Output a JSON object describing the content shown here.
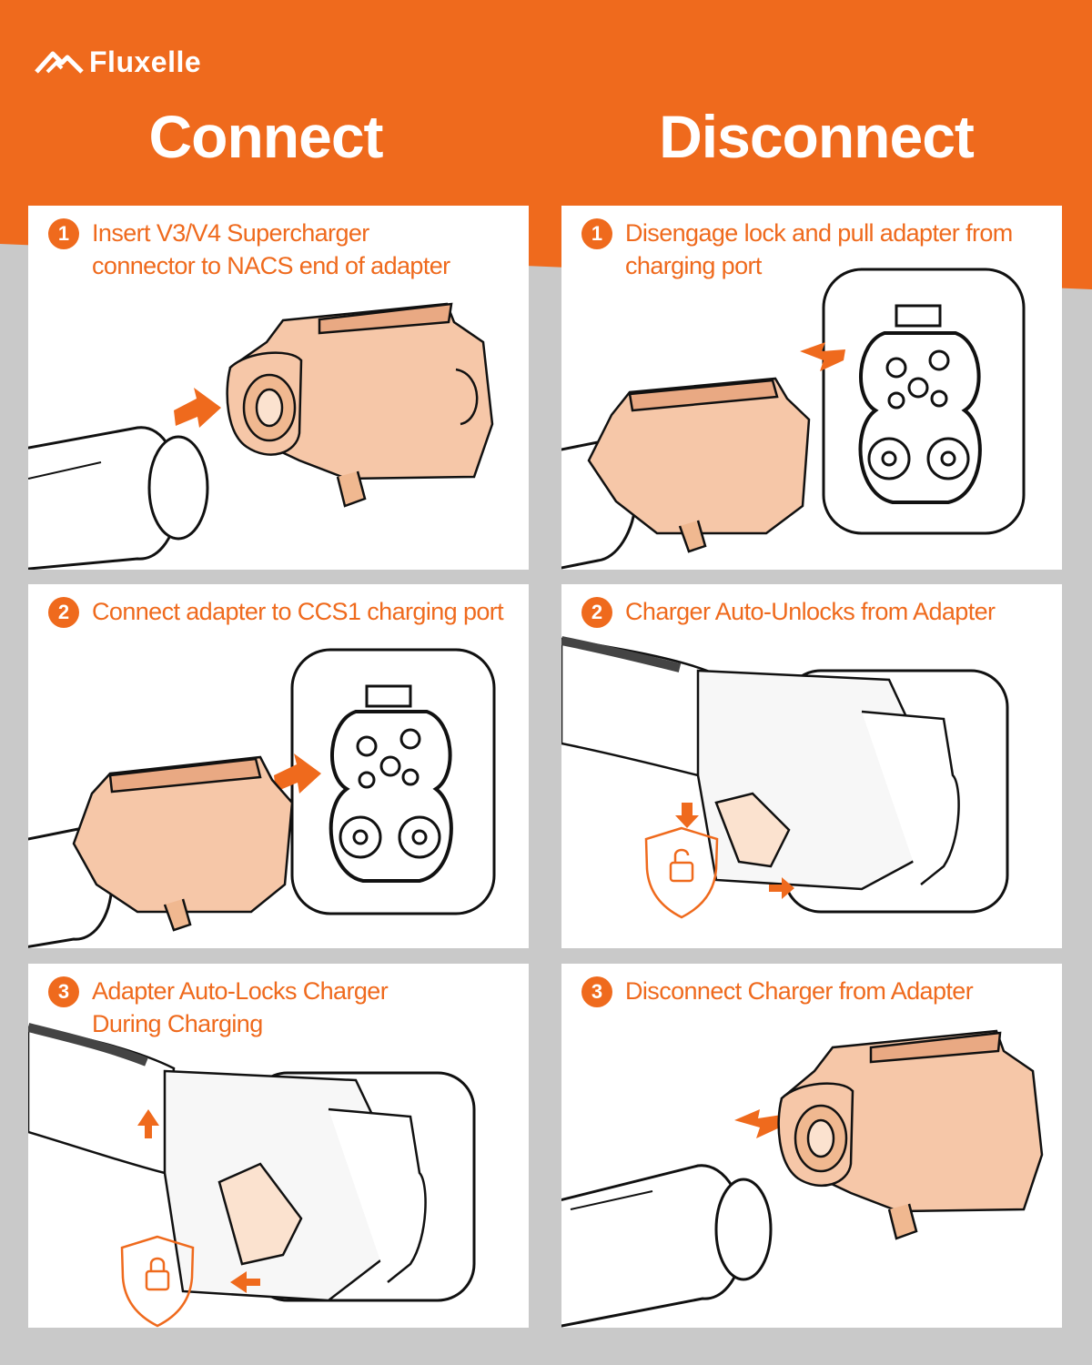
{
  "brand": {
    "name": "Fluxelle",
    "logo_icon": "mountain-logo-icon",
    "colors": {
      "orange": "#ef6a1d",
      "gray": "#c9c9c9",
      "peach": "#f6c7a8"
    }
  },
  "columns": {
    "connect_title": "Connect",
    "disconnect_title": "Disconnect"
  },
  "connect_steps": [
    {
      "number": "1",
      "text": "Insert V3/V4 Supercharger\nconnector to NACS end of adapter"
    },
    {
      "number": "2",
      "text": "Connect adapter to CCS1 charging port"
    },
    {
      "number": "3",
      "text": "Adapter Auto-Locks Charger\nDuring Charging"
    }
  ],
  "disconnect_steps": [
    {
      "number": "1",
      "text": "Disengage lock and pull adapter from\ncharging port"
    },
    {
      "number": "2",
      "text": "Charger Auto-Unlocks from Adapter"
    },
    {
      "number": "3",
      "text": "Disconnect Charger from Adapter"
    }
  ]
}
